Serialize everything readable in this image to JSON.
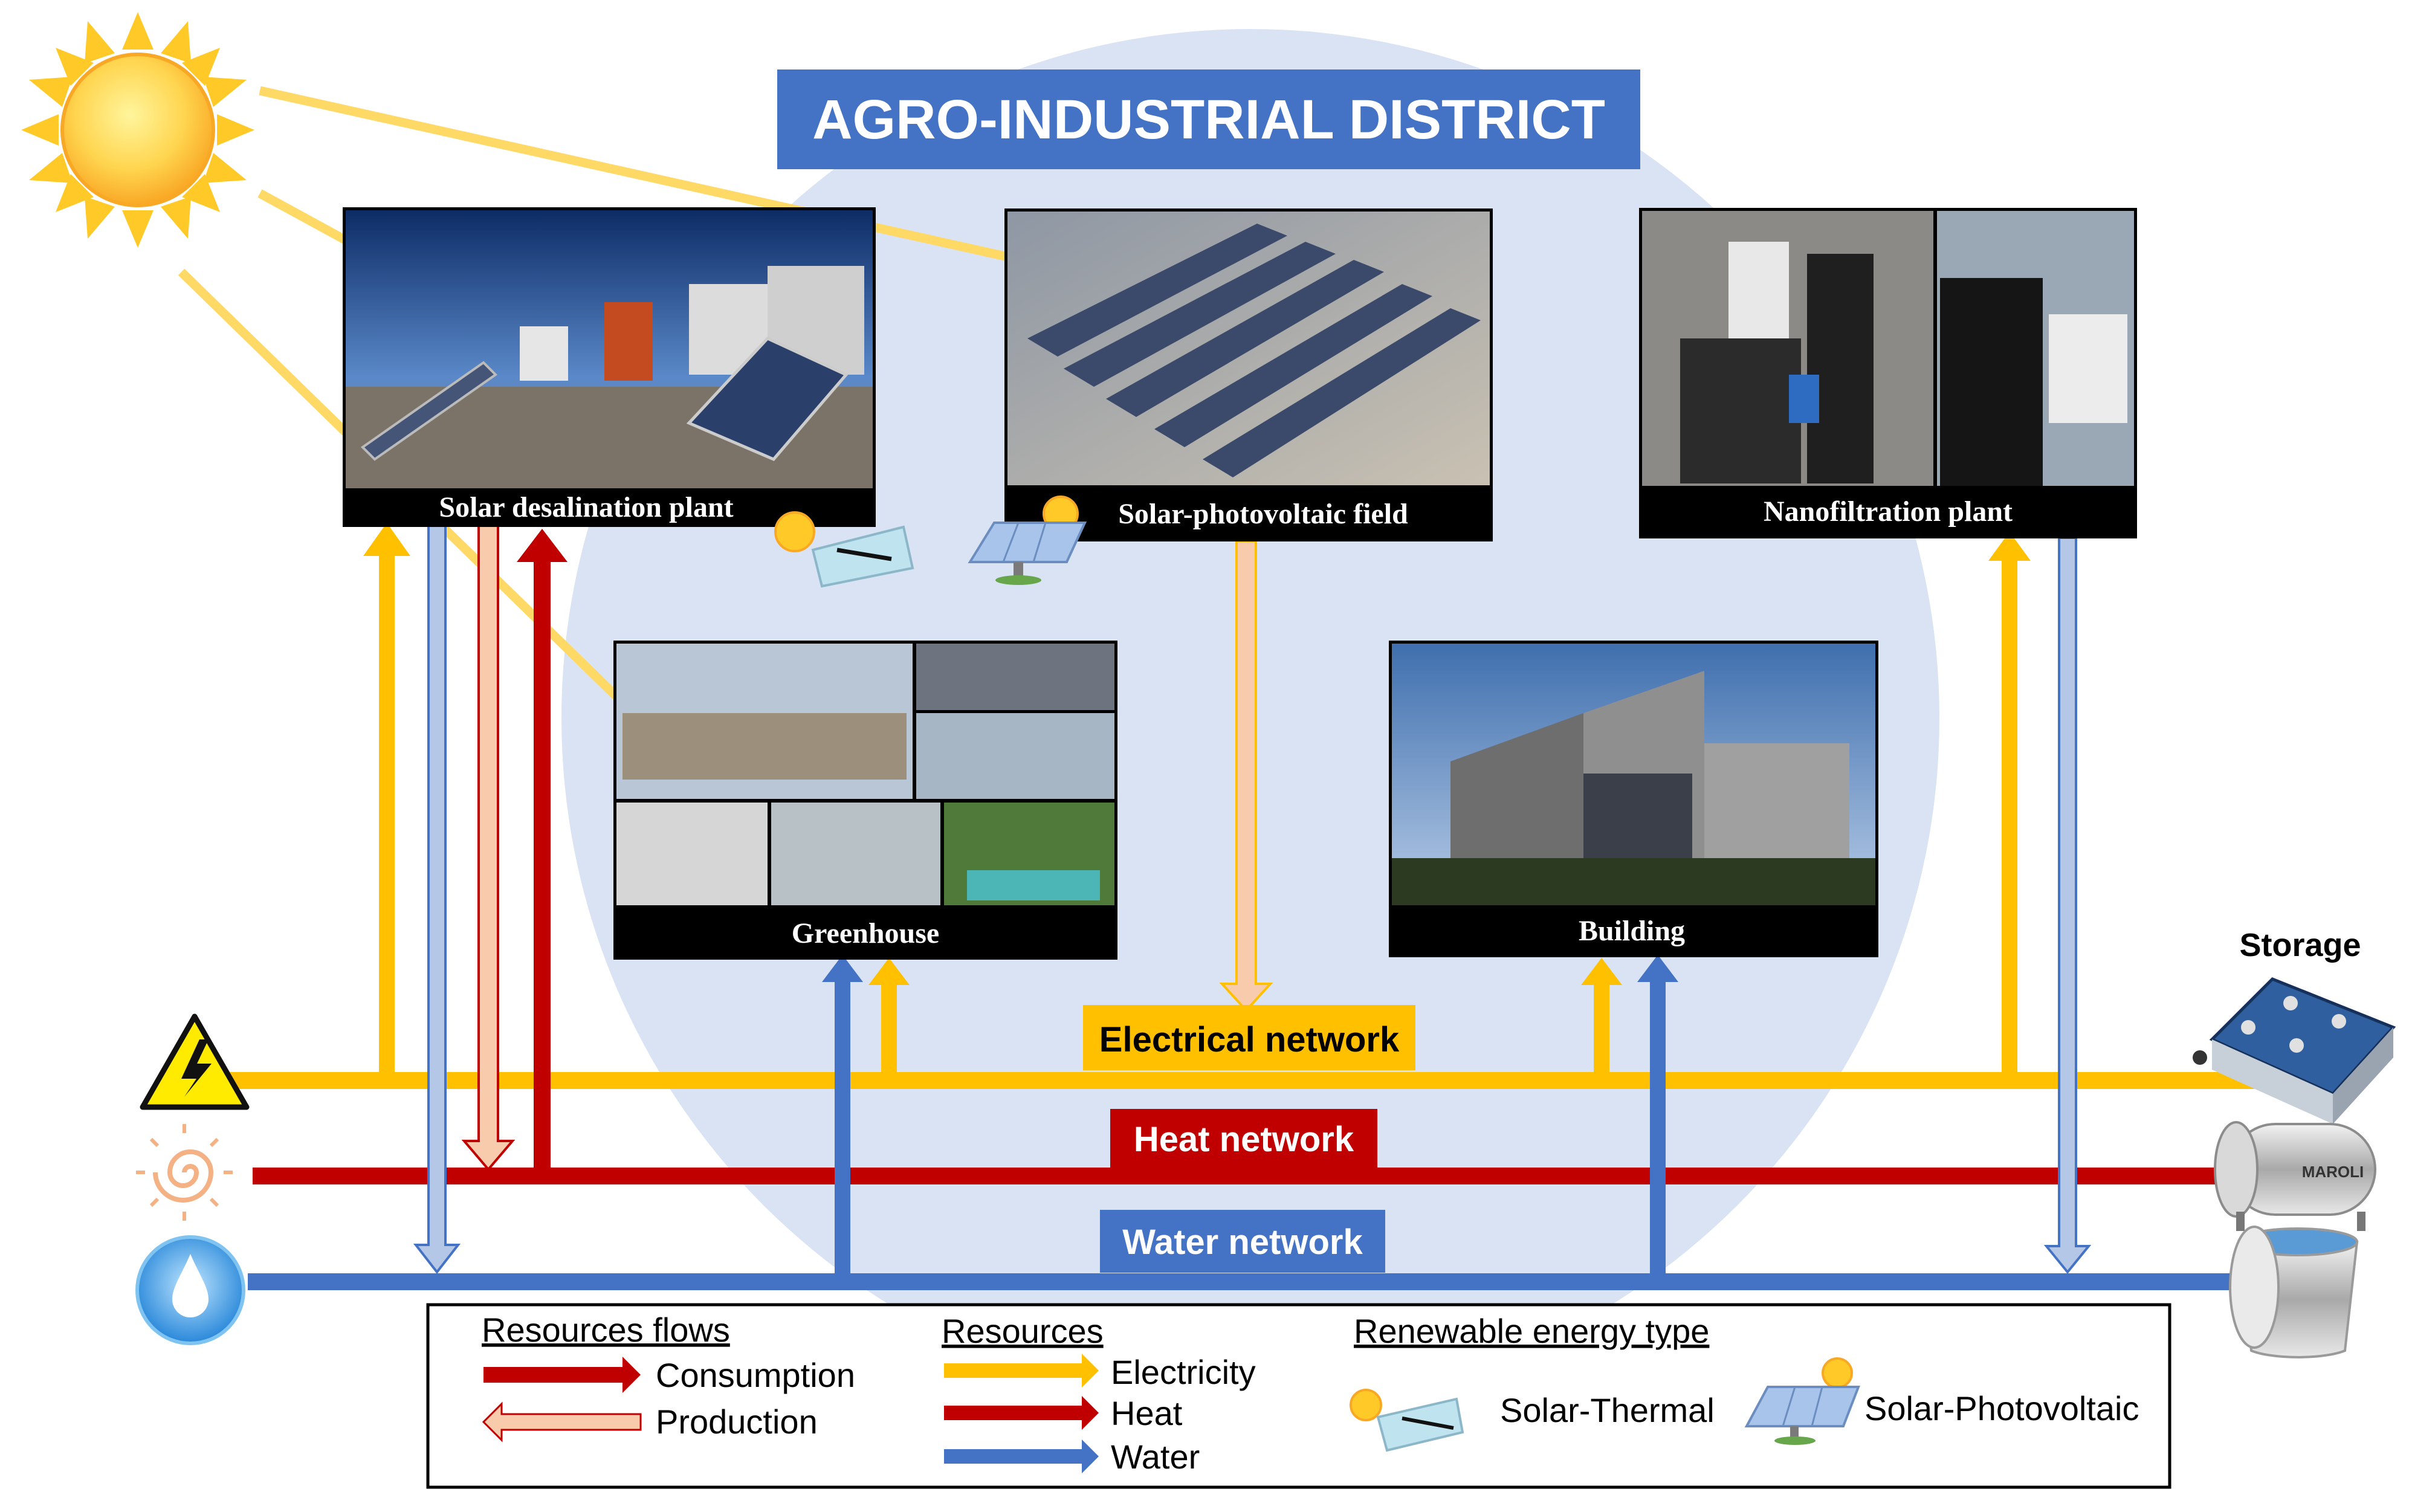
{
  "title": "AGRO-INDUSTRIAL DISTRICT",
  "facilities": {
    "desalination": "Solar desalination plant",
    "photovoltaic": "Solar-photovoltaic  field",
    "nanofiltration": "Nanofiltration  plant",
    "greenhouse": "Greenhouse",
    "building": "Building"
  },
  "networks": {
    "electrical": "Electrical network",
    "heat": "Heat network",
    "water": "Water network"
  },
  "storage_label": "Storage",
  "storage_brand": "MAROLI",
  "legend": {
    "flows_title": "Resources flows",
    "consumption": "Consumption",
    "production": "Production",
    "resources_title": "Resources",
    "electricity": "Electricity",
    "heat": "Heat",
    "water": "Water",
    "renewable_title": "Renewable energy type",
    "solar_thermal": "Solar-Thermal",
    "solar_pv": "Solar-Photovoltaic"
  },
  "colors": {
    "electricity": "#ffc000",
    "heat": "#c00000",
    "water": "#4472c4",
    "production_fill": "#f8cbad",
    "title_box": "#4472c4",
    "district_circle": "#dae3f3",
    "sun": "#ffd966"
  },
  "icons": [
    "sun-icon",
    "lightning-warning-icon",
    "heat-spiral-icon",
    "water-drop-icon",
    "battery-storage-icon",
    "hot-water-tank-icon",
    "water-tank-icon",
    "solar-thermal-collector-icon",
    "solar-pv-panel-icon"
  ]
}
